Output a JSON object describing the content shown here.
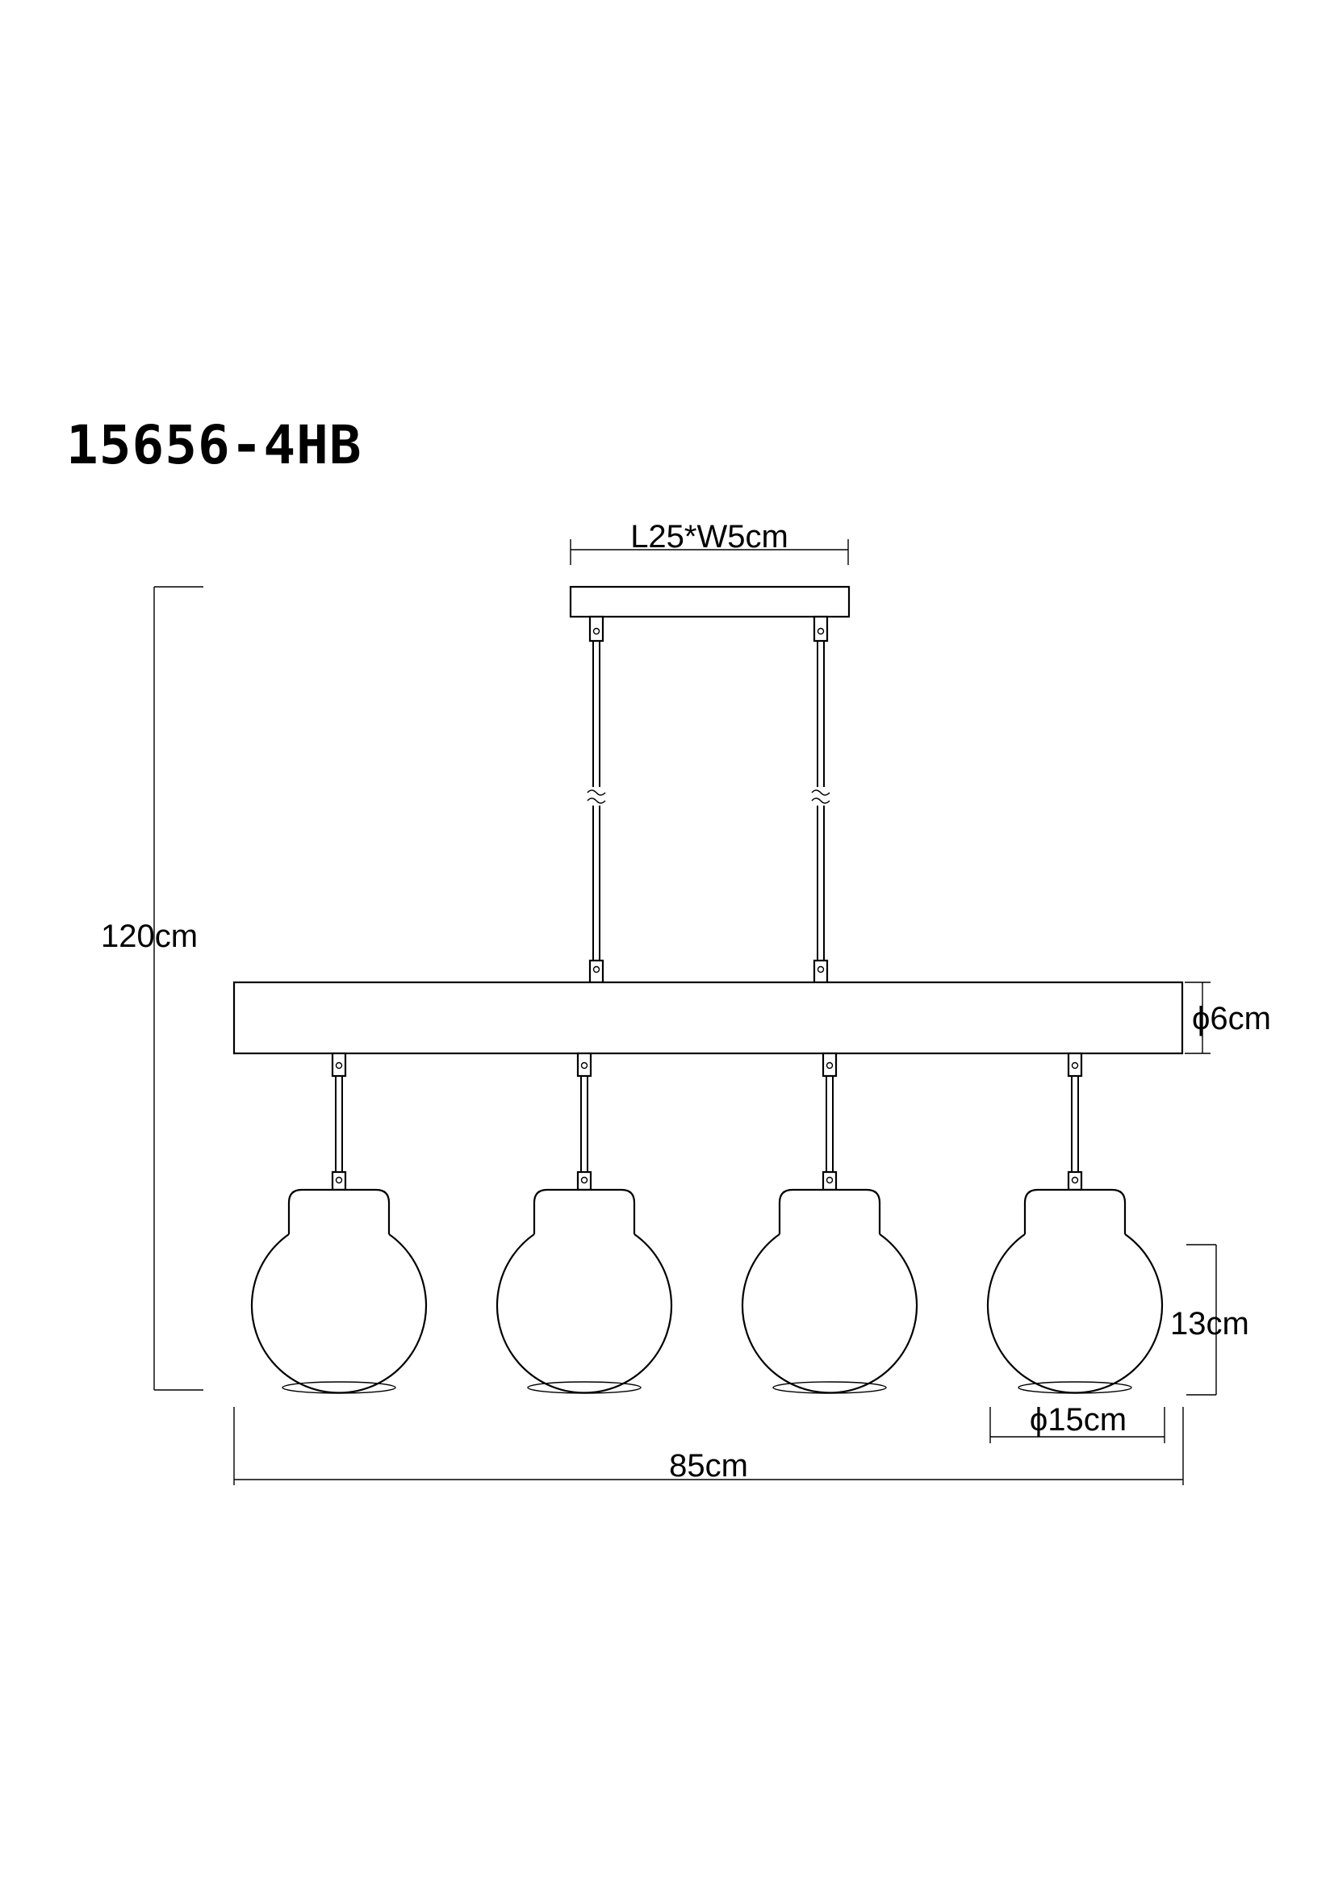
{
  "model_number": "15656-4HB",
  "dimensions": {
    "canopy": "L25*W5cm",
    "total_height": "120cm",
    "bar_diameter": "ϕ6cm",
    "shade_height": "13cm",
    "shade_diameter": "ϕ15cm",
    "total_length": "85cm"
  },
  "shade_count": 4
}
